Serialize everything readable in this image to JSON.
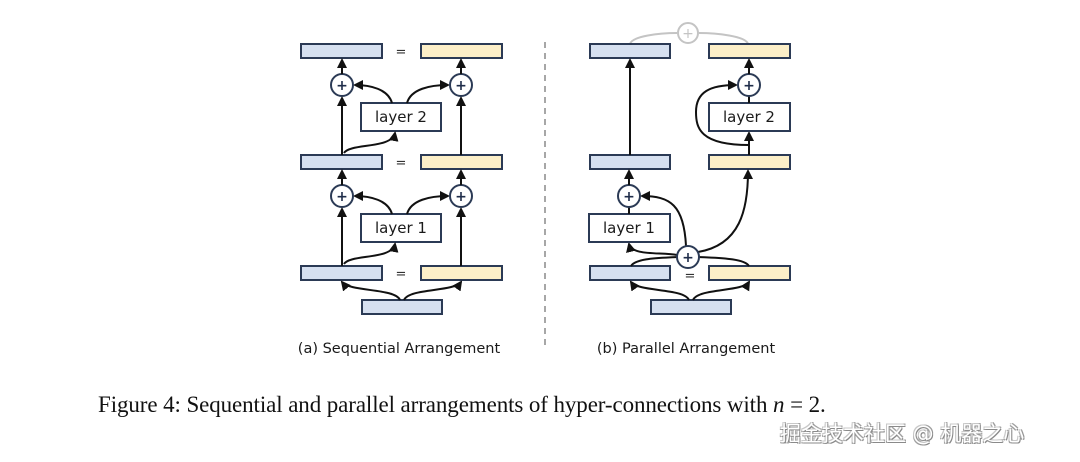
{
  "figure": {
    "label": "Figure 4:",
    "caption_text": "Sequential and parallel arrangements of hyper-connections with",
    "caption_math_var": "n",
    "caption_math_rest": " = 2.",
    "watermark": "掘金技术社区 @ 机器之心"
  },
  "panels": {
    "sequential": {
      "caption": "(a) Sequential Arrangement",
      "layer_top": "layer 2",
      "layer_bottom": "layer 1",
      "equals": "="
    },
    "parallel": {
      "caption": "(b) Parallel Arrangement",
      "layer_top": "layer 2",
      "layer_bottom": "layer 1",
      "equals": "="
    }
  },
  "symbols": {
    "plus": "+"
  },
  "colors": {
    "blue_fill": "#d6e0f0",
    "yellow_fill": "#fcefc8",
    "stroke": "#2b3a55",
    "arrow": "#111111",
    "gray": "#bdbdbd"
  }
}
